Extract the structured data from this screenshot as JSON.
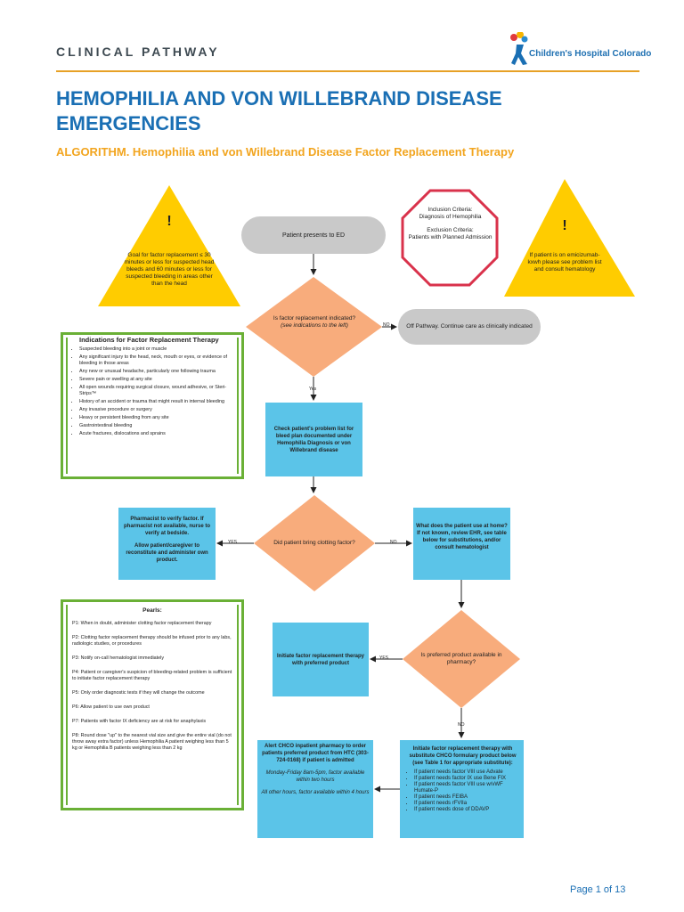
{
  "header": {
    "label": "CLINICAL PATHWAY",
    "logo_text": "Children's Hospital Colorado"
  },
  "title": "HEMOPHILIA AND VON WILLEBRAND DISEASE EMERGENCIES",
  "subtitle": "ALGORITHM. Hemophilia and von Willebrand Disease Factor Replacement Therapy",
  "warning_left": {
    "mark": "!",
    "text": "Goal for factor replacement ≤ 30 minutes or less for suspected head bleeds and 60 minutes or less for suspected bleeding in areas other than the head"
  },
  "warning_right": {
    "mark": "!",
    "text": "If patient is on emicizumab-kxwh please see problem list and consult hematology"
  },
  "criteria": {
    "inclusion_label": "Inclusion Criteria:",
    "inclusion_text": "Diagnosis of Hemophilia",
    "exclusion_label": "Exclusion Criteria:",
    "exclusion_text": "Patients with Planned Admission"
  },
  "nodes": {
    "start": "Patient presents to ED",
    "q1": "Is factor replacement indicated?",
    "q1_sub": "(see indications to the left)",
    "off_pathway": "Off Pathway. Continue care as clinically indicated",
    "check_list": "Check patient's problem list for bleed plan documented under Hemophilia Diagnosis or von Willebrand disease",
    "q2": "Did patient bring clotting factor?",
    "pharmacist": "Pharmacist to verify factor. If pharmacist not available, nurse to verify at bedside.",
    "pharmacist_2": "Allow patient/caregiver to reconstitute and administer own product.",
    "what_home": "What does the patient use at home? If not known, review EHR, see table below for substitutions, and/or consult hematologist",
    "q3": "Is preferred product available in pharmacy?",
    "initiate_preferred": "Initiate factor replacement therapy with preferred product",
    "alert_chco": "Alert CHCO inpatient pharmacy to order patients preferred product from HTC (303-724-0168) if patient is admitted",
    "alert_weekday": "Monday-Friday 8am-5pm, factor available within two hours",
    "alert_other": "All other hours, factor available within 4 hours",
    "initiate_sub": "Initiate factor replacement therapy with substitute CHCO formulary product below (see Table 1 for appropriate substitute):",
    "sub_items": [
      "If patient needs factor VIII use Advate",
      "If patient needs factor IX use Bene FIX",
      "If patient needs factor VIII use w/vWF Humate-P",
      "If patient needs FEIBA",
      "If patient needs rFVIIa",
      "If patient needs dose of DDAVP"
    ]
  },
  "edge_labels": {
    "no": "NO",
    "yes": "YES",
    "yes_cap": "Yes"
  },
  "indications": {
    "heading": "Indications for Factor Replacement Therapy",
    "items": [
      "Suspected bleeding into a joint or muscle",
      "Any significant injury to the head, neck, mouth or eyes, or evidence of bleeding in those areas",
      "Any new or unusual headache, particularly one following trauma",
      "Severe pain or swelling at any site",
      "All open wounds requiring surgical closure, wound adhesive, or Steri-Strips™",
      "History of an accident or trauma that might result in internal bleeding",
      "Any invasive procedure or surgery",
      "Heavy or persistent bleeding from any site",
      "Gastrointestinal bleeding",
      "Acute fractures, dislocations and sprains"
    ]
  },
  "pearls": {
    "heading": "Pearls:",
    "items": [
      "P1: When in doubt, administer clotting factor replacement therapy",
      "P2: Clotting factor replacement therapy should be infused prior to any labs, radiologic studies, or procedures",
      "P3: Notify on-call hematologist immediately",
      "P4: Patient or caregiver's suspicion of bleeding-related problem is sufficient to initiate factor replacement therapy",
      "P5: Only order diagnostic tests if they will change the outcome",
      "P6: Allow patient to use own product",
      "P7: Patients with factor IX deficiency are at risk for anaphylaxis",
      "P8: Round dose \"up\" to the nearest vial size and give the entire vial (do not throw away extra factor) unless Hemophilia A patient weighing less than 5 kg or Hemophilia B patients weighing less than 2 kg"
    ]
  },
  "footer": {
    "page": "Page 1 of 13"
  },
  "colors": {
    "title_blue": "#1a6fb4",
    "orange_accent": "#f2a51f",
    "diamond": "#f8ac7c",
    "process_blue": "#5bc4e8",
    "terminal_grey": "#c9c9c9",
    "warning_yellow": "#ffcc00",
    "stop_red": "#d9324b",
    "green_border": "#6ab036"
  }
}
